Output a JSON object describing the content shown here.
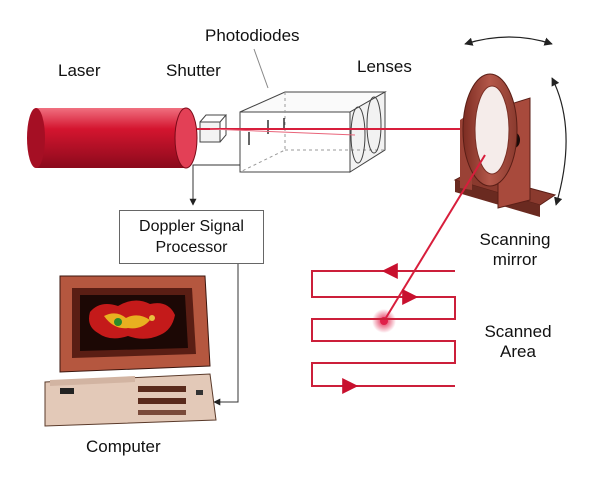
{
  "labels": {
    "photodiodes": "Photodiodes",
    "laser": "Laser",
    "shutter": "Shutter",
    "lenses": "Lenses",
    "doppler_line1": "Doppler Signal",
    "doppler_line2": "Processor",
    "scanning_line1": "Scanning",
    "scanning_line2": "mirror",
    "scanned_line1": "Scanned",
    "scanned_line2": "Area",
    "computer": "Computer"
  },
  "colors": {
    "laser_red": "#c8102e",
    "beam_red": "#d81e3c",
    "mirror_brown": "#a0453a",
    "monitor_red": "#b5573f",
    "computer_beige": "#e3c9b8",
    "outline": "#333333"
  },
  "icons": [
    "laser-icon",
    "shutter-icon",
    "photodiode-box-icon",
    "lens-icon",
    "scanning-mirror-icon",
    "computer-icon",
    "rotation-arrow-icon"
  ]
}
